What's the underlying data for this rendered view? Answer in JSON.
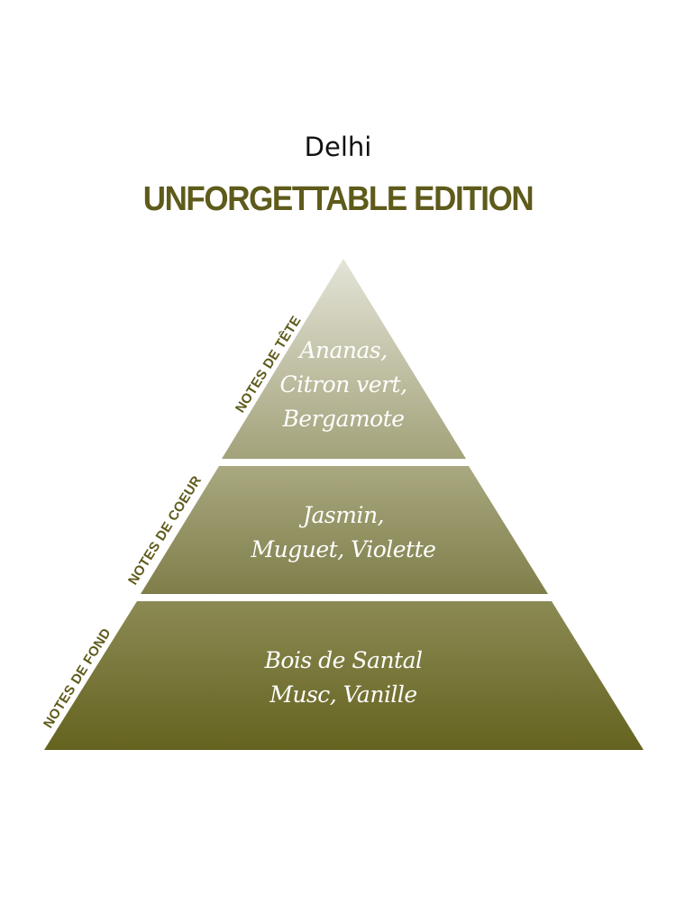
{
  "header": {
    "subtitle": "Delhi",
    "title": "UNFORGETTABLE EDITION"
  },
  "pyramid": {
    "tiers": [
      {
        "label": "NOTES DE TÊTE",
        "lines": [
          "Ananas,",
          "Citron vert,",
          "Bergamote"
        ]
      },
      {
        "label": "NOTES DE COEUR",
        "lines": [
          "Jasmin,",
          "Muguet, Violette"
        ]
      },
      {
        "label": "NOTES DE FOND",
        "lines": [
          "Bois de Santal",
          "Musc, Vanille"
        ]
      }
    ],
    "colors": {
      "top_start": "#e4e4d8",
      "top_end": "#a3a27a",
      "middle_start": "#a9a880",
      "middle_end": "#7f7e4a",
      "bottom_start": "#8b8a54",
      "bottom_end": "#65631f",
      "label": "#5e5b1b"
    }
  }
}
